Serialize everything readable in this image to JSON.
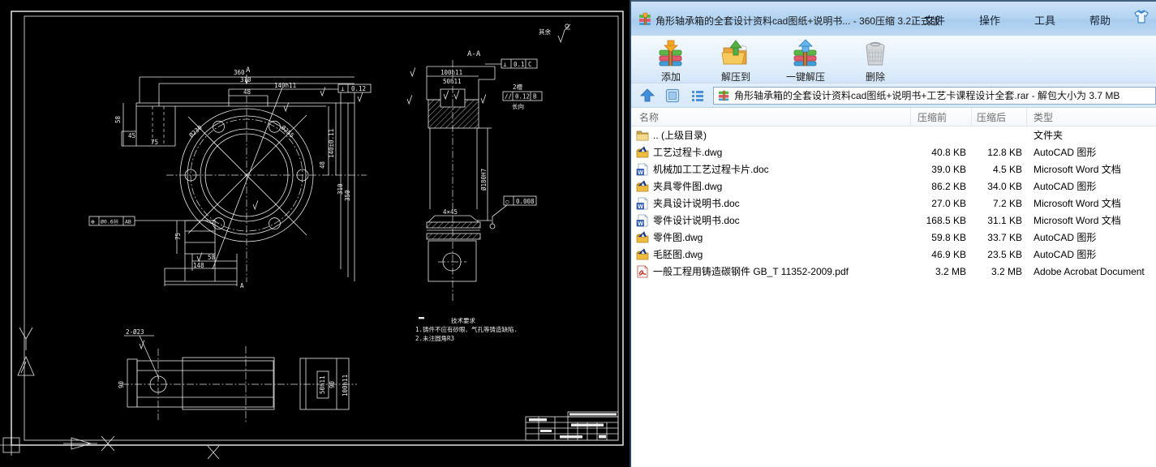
{
  "archive": {
    "title": "角形轴承箱的全套设计资料cad图纸+说明书... - 360压缩 3.2正式版",
    "menus": [
      "文件",
      "操作",
      "工具",
      "帮助"
    ],
    "toolbar": {
      "add": "添加",
      "extract_to": "解压到",
      "one_key": "一键解压",
      "delete": "删除"
    },
    "address": "角形轴承箱的全套设计资料cad图纸+说明书+工艺卡课程设计全套.rar - 解包大小为 3.7 MB",
    "columns": {
      "name": "名称",
      "pre": "压缩前",
      "post": "压缩后",
      "type": "类型"
    },
    "files": [
      {
        "name": ".. (上级目录)",
        "pre": "",
        "post": "",
        "type": "文件夹",
        "icon": "folder"
      },
      {
        "name": "工艺过程卡.dwg",
        "pre": "40.8 KB",
        "post": "12.8 KB",
        "type": "AutoCAD 图形",
        "icon": "dwg"
      },
      {
        "name": "机械加工工艺过程卡片.doc",
        "pre": "39.0 KB",
        "post": "4.5 KB",
        "type": "Microsoft Word 文档",
        "icon": "doc"
      },
      {
        "name": "夹具零件图.dwg",
        "pre": "86.2 KB",
        "post": "34.0 KB",
        "type": "AutoCAD 图形",
        "icon": "dwg"
      },
      {
        "name": "夹具设计说明书.doc",
        "pre": "27.0 KB",
        "post": "7.2 KB",
        "type": "Microsoft Word 文档",
        "icon": "doc"
      },
      {
        "name": "零件设计说明书.doc",
        "pre": "168.5 KB",
        "post": "31.1 KB",
        "type": "Microsoft Word 文档",
        "icon": "doc"
      },
      {
        "name": "零件图.dwg",
        "pre": "59.8 KB",
        "post": "33.7 KB",
        "type": "AutoCAD 图形",
        "icon": "dwg"
      },
      {
        "name": "毛胚图.dwg",
        "pre": "46.9 KB",
        "post": "23.5 KB",
        "type": "AutoCAD 图形",
        "icon": "dwg"
      },
      {
        "name": "一般工程用铸造碳钢件 GB_T 11352-2009.pdf",
        "pre": "3.2 MB",
        "post": "3.2 MB",
        "type": "Adobe Acrobat Document",
        "icon": "pdf"
      }
    ],
    "colors": {
      "titlebar": "#b9d8f4",
      "accent": "#2e86d4",
      "window_border": "#29425c"
    }
  },
  "cad": {
    "sec_mark_top": "A",
    "sec_mark_bottom": "A",
    "dim_360": "360",
    "dim_310_top": "310",
    "dim_140h11": "140h11",
    "dim_48_top": "48",
    "tol_perp_top": "0.12",
    "dim_58_left": "58",
    "dim_75_left": "75",
    "dim_45_left": "45",
    "ang_d230": "Ø230",
    "ang_d255": "Ø255",
    "dim_140_011": "140±0.11",
    "dim_48_right": "48",
    "dim_310_right": "310",
    "dim_350_right": "350",
    "dim_75_tab": "75",
    "dim_58_bottom": "58",
    "dim_148_bottom": "148",
    "pos_sym": "⊕",
    "pos_tol": "Ø0.6Ⓜ",
    "pos_datums": "AB",
    "section_title": "A-A",
    "tol_perp_sym": "⊥",
    "tol_perp_aa": "0.1",
    "tol_perp_aa_datum": "C",
    "dim_100h11": "100h11",
    "dim_50h11": "50h11",
    "slots_2": "2槽",
    "tol_par_sym": "//",
    "tol_par": "0.12",
    "tol_par_datum": "B",
    "changxiang": "长向",
    "dim_d180h7": "Ø180H7",
    "chamfer_4x45": "4×45",
    "tol_round_sym": "○",
    "tol_round": "0.008",
    "qiyu": "其余",
    "notes_title": "技术要求",
    "note_1": "1.铸件不应有砂眼、气孔等铸造缺陷.",
    "note_2": "2.未注圆角R3",
    "callout_2d23": "2-Ø23",
    "dim_90_left": "90",
    "dim_50h11_bottom": "50h11",
    "dim_90_right": "90",
    "dim_100h11_bottom": "100h11"
  }
}
